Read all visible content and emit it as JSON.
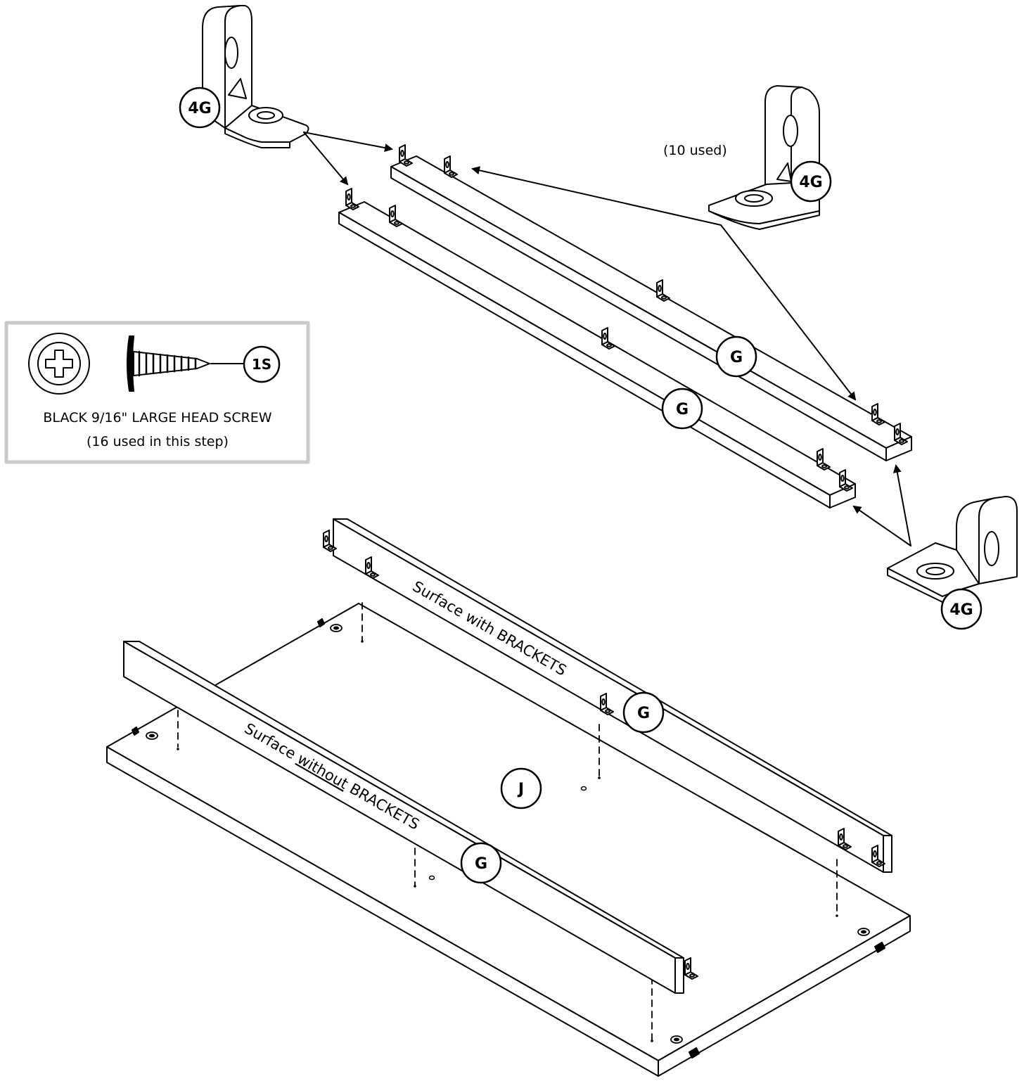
{
  "labels": {
    "bracket_part": "4G",
    "rail_part": "G",
    "panel_part": "J",
    "screw_part": "1S"
  },
  "bracket_note": "(10 used)",
  "hardware_box": {
    "description": "BLACK 9/16\" LARGE HEAD SCREW",
    "quantity": "(16 used in this step)"
  },
  "surface_with": "Surface with BRACKETS",
  "surface_without_prefix": "Surface ",
  "surface_without_underlined": "without",
  "surface_without_suffix": " BRACKETS"
}
